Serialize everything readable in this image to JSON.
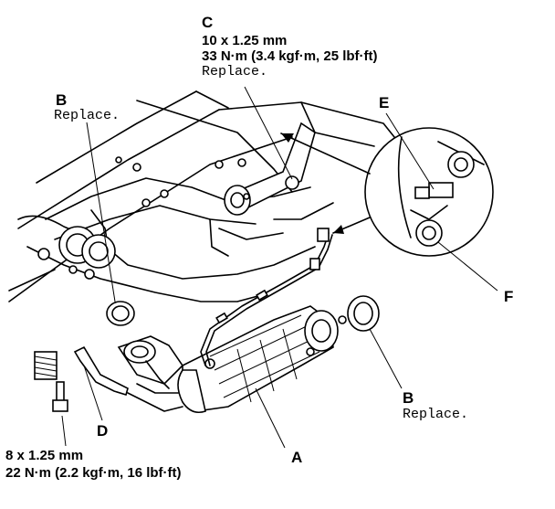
{
  "callouts": {
    "c": {
      "letter": "C",
      "spec": "10 x 1.25 mm",
      "torque": "33 N·m (3.4 kgf·m, 25 lbf·ft)",
      "note": "Replace."
    },
    "b_upper": {
      "letter": "B",
      "note": "Replace."
    },
    "b_lower": {
      "letter": "B",
      "note": "Replace."
    },
    "e": {
      "letter": "E"
    },
    "f": {
      "letter": "F"
    },
    "d": {
      "letter": "D"
    },
    "a": {
      "letter": "A"
    },
    "bolt_spec": {
      "spec": "8 x 1.25 mm",
      "torque": "22 N·m (2.2 kgf·m, 16 lbf·ft)"
    }
  }
}
